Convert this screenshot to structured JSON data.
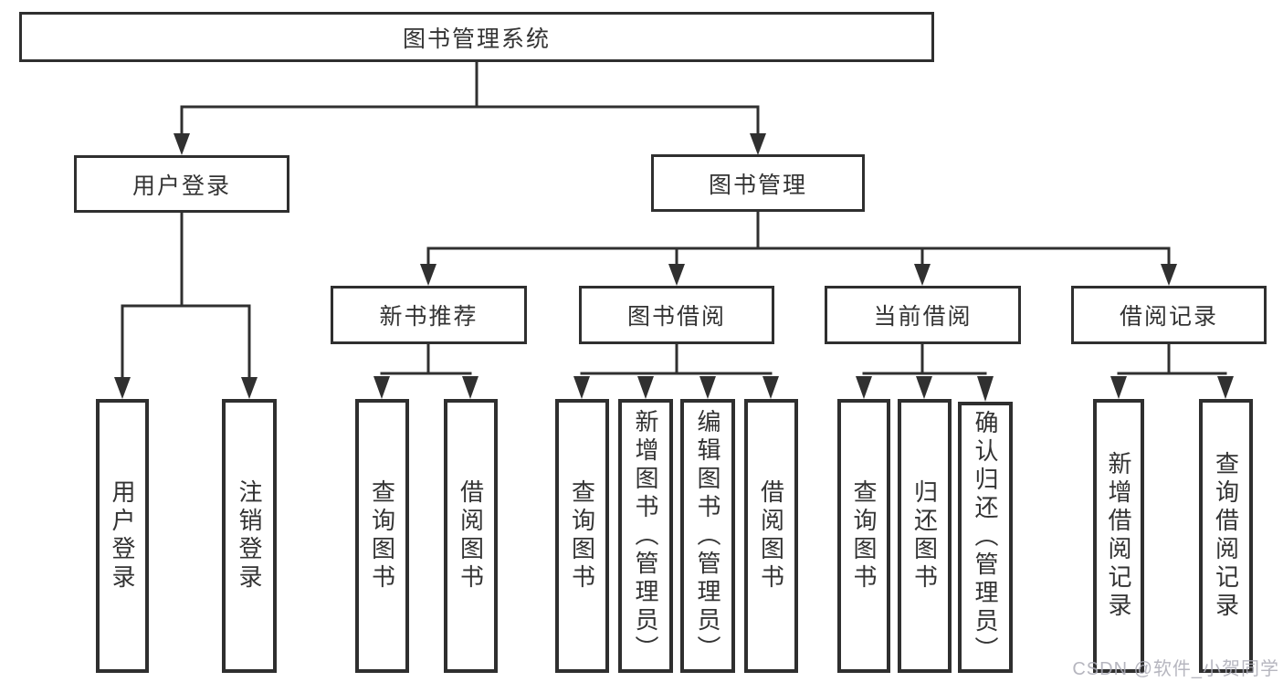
{
  "tree": {
    "label": "图书管理系统",
    "children": [
      {
        "label": "用户登录",
        "children": [
          {
            "label": "用户登录"
          },
          {
            "label": "注销登录"
          }
        ]
      },
      {
        "label": "图书管理",
        "children": [
          {
            "label": "新书推荐",
            "children": [
              {
                "label": "查询图书"
              },
              {
                "label": "借阅图书"
              }
            ]
          },
          {
            "label": "图书借阅",
            "children": [
              {
                "label": "查询图书"
              },
              {
                "label": "新增图书（管理员）"
              },
              {
                "label": "编辑图书（管理员）"
              },
              {
                "label": "借阅图书"
              }
            ]
          },
          {
            "label": "当前借阅",
            "children": [
              {
                "label": "查询图书"
              },
              {
                "label": "归还图书"
              },
              {
                "label": "确认归还（管理员）"
              }
            ]
          },
          {
            "label": "借阅记录",
            "children": [
              {
                "label": "新增借阅记录"
              },
              {
                "label": "查询借阅记录"
              }
            ]
          }
        ]
      }
    ]
  },
  "watermark": {
    "text": "CSDN @软件_小贺同学"
  },
  "colors": {
    "line": "#303030",
    "box_border": "#2f2f2f",
    "text": "#333333",
    "watermark": "#acacb6",
    "background": "#ffffff"
  }
}
